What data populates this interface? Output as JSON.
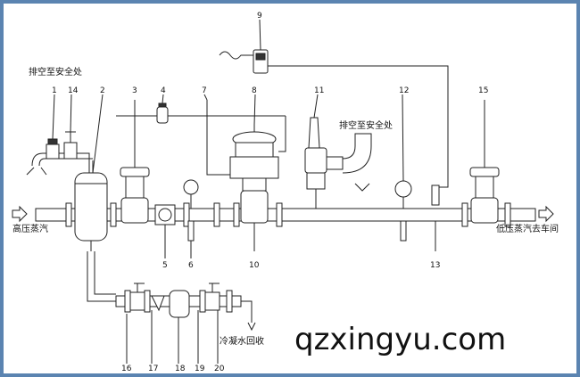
{
  "labels": {
    "inlet": "高压蒸汽",
    "outlet": "低压蒸汽去车间",
    "exhaust_safe_left": "排空至安全处",
    "exhaust_safe_right": "排空至安全处",
    "condensate": "冷凝水回收"
  },
  "callouts": [
    "1",
    "2",
    "3",
    "4",
    "5",
    "6",
    "7",
    "8",
    "9",
    "10",
    "11",
    "12",
    "13",
    "14",
    "15",
    "16",
    "17",
    "18",
    "19",
    "20"
  ],
  "watermark": "qzxingyu.com"
}
